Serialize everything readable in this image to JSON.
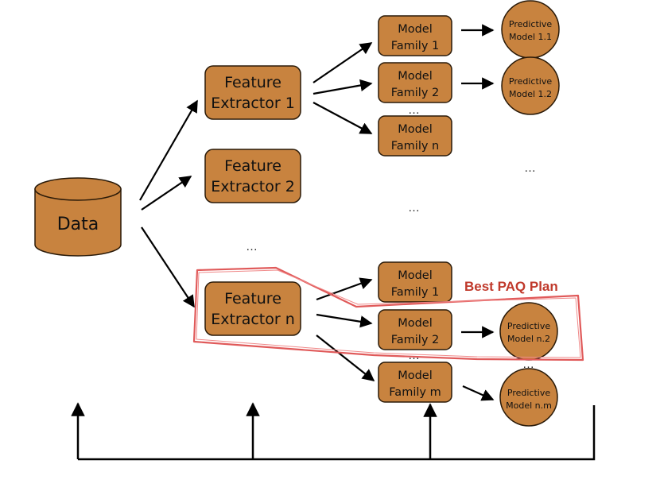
{
  "data_store": {
    "label": "Data"
  },
  "feature_extractors": [
    {
      "line1": "Feature",
      "line2": "Extractor 1"
    },
    {
      "line1": "Feature",
      "line2": "Extractor 2"
    },
    {
      "line1": "Feature",
      "line2": "Extractor n"
    }
  ],
  "model_families": [
    {
      "line1": "Model",
      "line2": "Family 1"
    },
    {
      "line1": "Model",
      "line2": "Family 2"
    },
    {
      "line1": "Model",
      "line2": "Family n"
    },
    {
      "line1": "Model",
      "line2": "Family 1"
    },
    {
      "line1": "Model",
      "line2": "Family 2"
    },
    {
      "line1": "Model",
      "line2": "Family m"
    }
  ],
  "predictive_models": [
    {
      "line1": "Predictive",
      "line2": "Model 1.1"
    },
    {
      "line1": "Predictive",
      "line2": "Model 1.2"
    },
    {
      "line1": "Predictive",
      "line2": "Model n.2"
    },
    {
      "line1": "Predictive",
      "line2": "Model n.m"
    }
  ],
  "ellipsis": "…",
  "best_plan": {
    "label": "Best PAQ Plan"
  },
  "colors": {
    "box_fill": "#C8833F",
    "box_stroke": "#2a1a08",
    "highlight": "#E05A5A",
    "best_label": "#C0392B",
    "arrow": "#000000"
  }
}
